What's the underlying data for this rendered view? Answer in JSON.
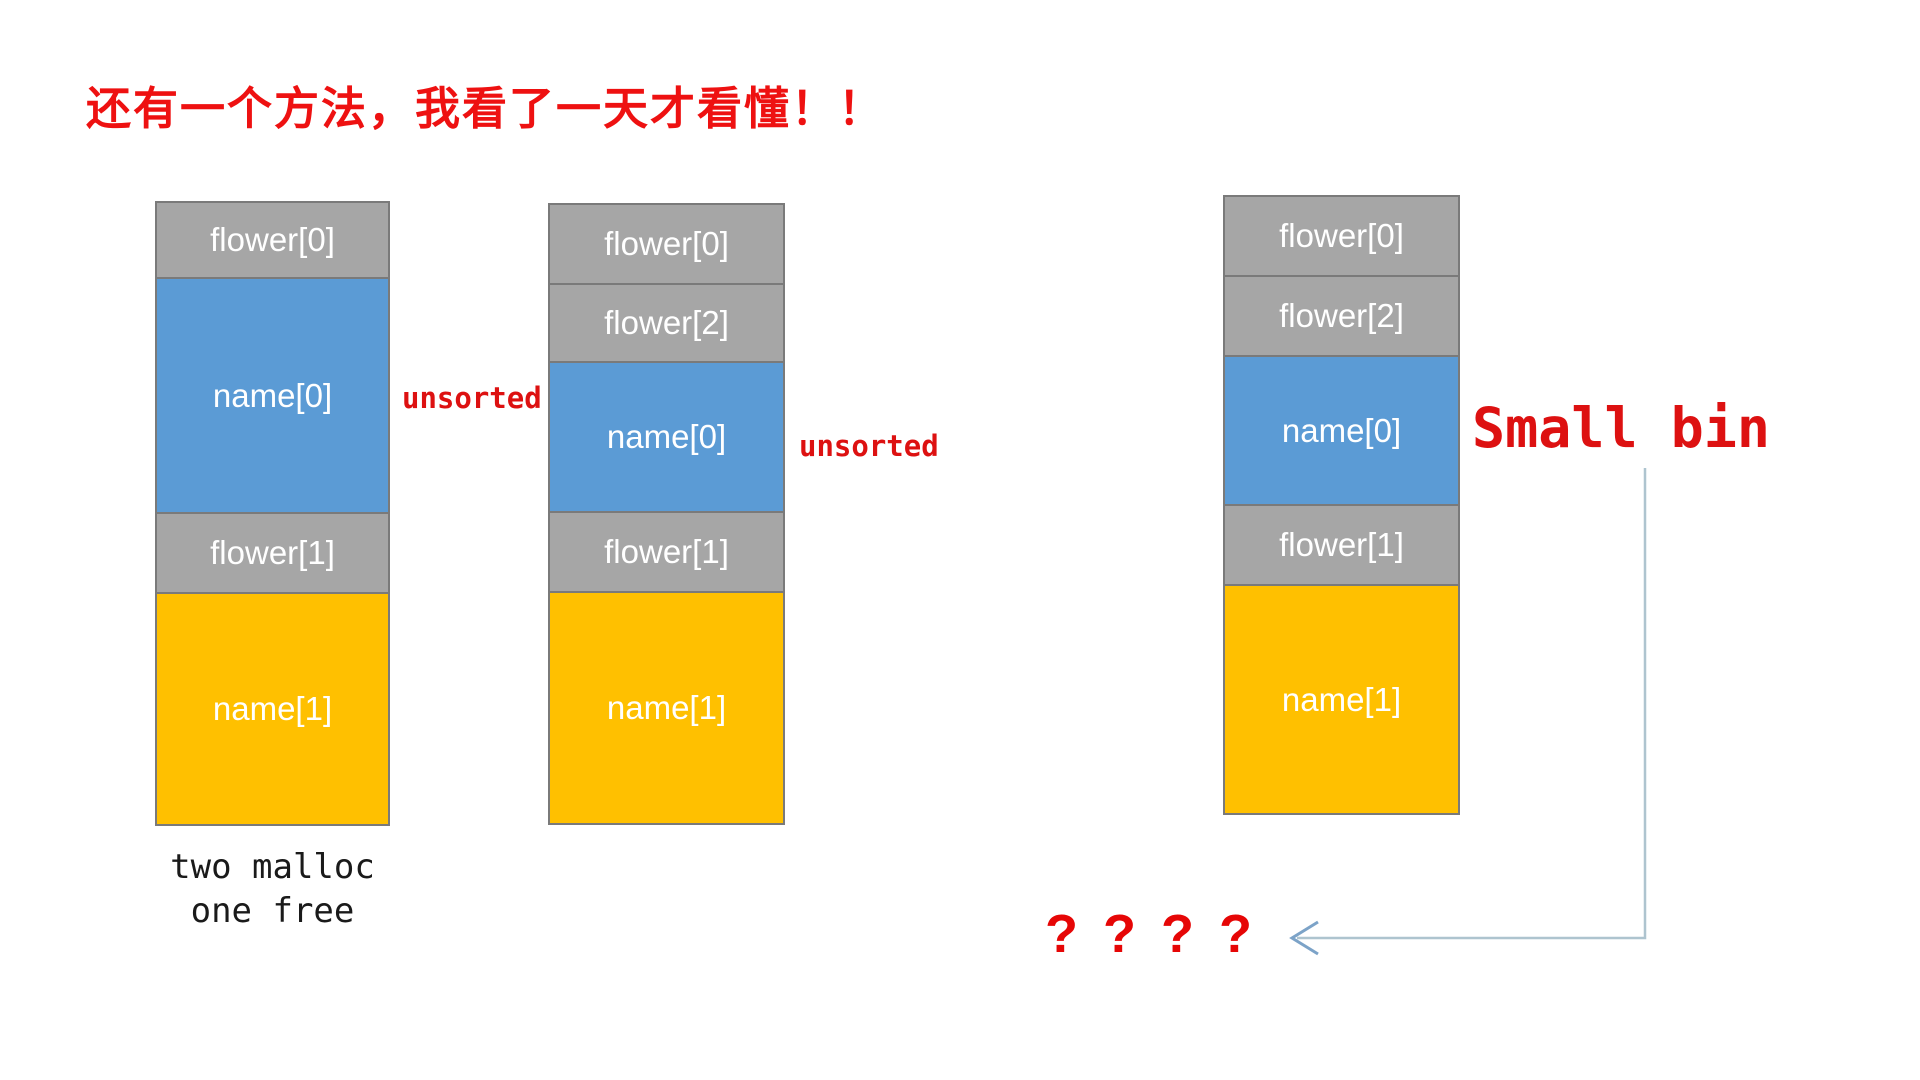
{
  "title": {
    "text": "还有一个方法，我看了一天才看懂！！"
  },
  "colors": {
    "gray": "#a6a6a6",
    "blue": "#5b9bd5",
    "yellow": "#ffc000",
    "block_border": "#7a7a7a",
    "block_text": "#ffffff",
    "title_red": "#ee1111",
    "label_red": "#dd1111",
    "qmark_red": "#e60606",
    "caption_black": "#1a1a1a",
    "arrow_line": "#aec4cf",
    "arrow_head": "#7ca3c8"
  },
  "diagram": {
    "columns": [
      {
        "name": "heap-after-two-malloc-one-free",
        "blocks": [
          {
            "label": "flower[0]",
            "color": "gray"
          },
          {
            "label": "name[0]",
            "color": "blue"
          },
          {
            "label": "flower[1]",
            "color": "gray"
          },
          {
            "label": "name[1]",
            "color": "yellow"
          }
        ]
      },
      {
        "name": "heap-after-third-malloc-unsorted",
        "blocks": [
          {
            "label": "flower[0]",
            "color": "gray"
          },
          {
            "label": "flower[2]",
            "color": "gray"
          },
          {
            "label": "name[0]",
            "color": "blue"
          },
          {
            "label": "flower[1]",
            "color": "gray"
          },
          {
            "label": "name[1]",
            "color": "yellow"
          }
        ]
      },
      {
        "name": "heap-small-bin-state",
        "blocks": [
          {
            "label": "flower[0]",
            "color": "gray"
          },
          {
            "label": "flower[2]",
            "color": "gray"
          },
          {
            "label": "name[0]",
            "color": "blue"
          },
          {
            "label": "flower[1]",
            "color": "gray"
          },
          {
            "label": "name[1]",
            "color": "yellow"
          }
        ]
      }
    ],
    "labels": {
      "unsorted_1": "unsorted",
      "unsorted_2": "unsorted",
      "small_bin": "Small bin",
      "question_marks": "? ? ? ?"
    },
    "caption": {
      "line1": "two malloc",
      "line2": "one free"
    }
  }
}
